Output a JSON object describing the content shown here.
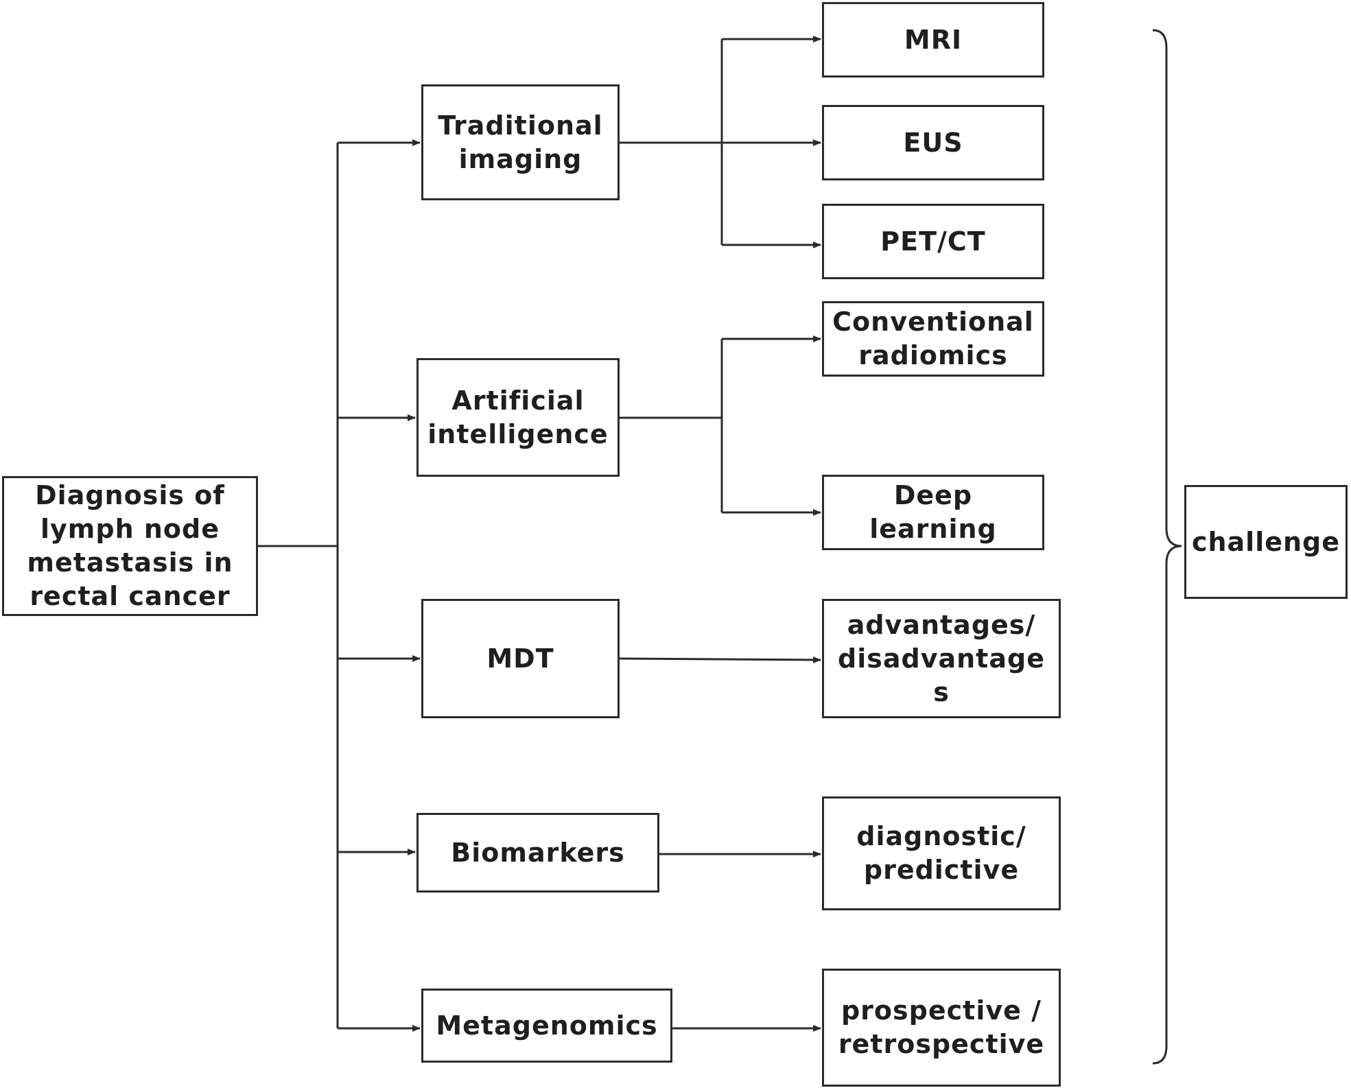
{
  "root": {
    "label": "Diagnosis of\nlymph node\nmetastasis in\nrectal cancer"
  },
  "categories": [
    {
      "label": "Traditional\nimaging"
    },
    {
      "label": "Artificial\nintelligence"
    },
    {
      "label": "MDT"
    },
    {
      "label": "Biomarkers"
    },
    {
      "label": "Metagenomics"
    }
  ],
  "leaves": [
    {
      "label": "MRI"
    },
    {
      "label": "EUS"
    },
    {
      "label": "PET/CT"
    },
    {
      "label": "Conventional\nradiomics"
    },
    {
      "label": "Deep\nlearning"
    },
    {
      "label": "advantages/\ndisadvantage\ns"
    },
    {
      "label": "diagnostic/\npredictive"
    },
    {
      "label": "prospective /\nretrospective"
    }
  ],
  "summary": {
    "label": "challenge"
  },
  "colors": {
    "stroke": "#2b2b2b",
    "text": "#1f1f1f",
    "background": "#ffffff"
  }
}
